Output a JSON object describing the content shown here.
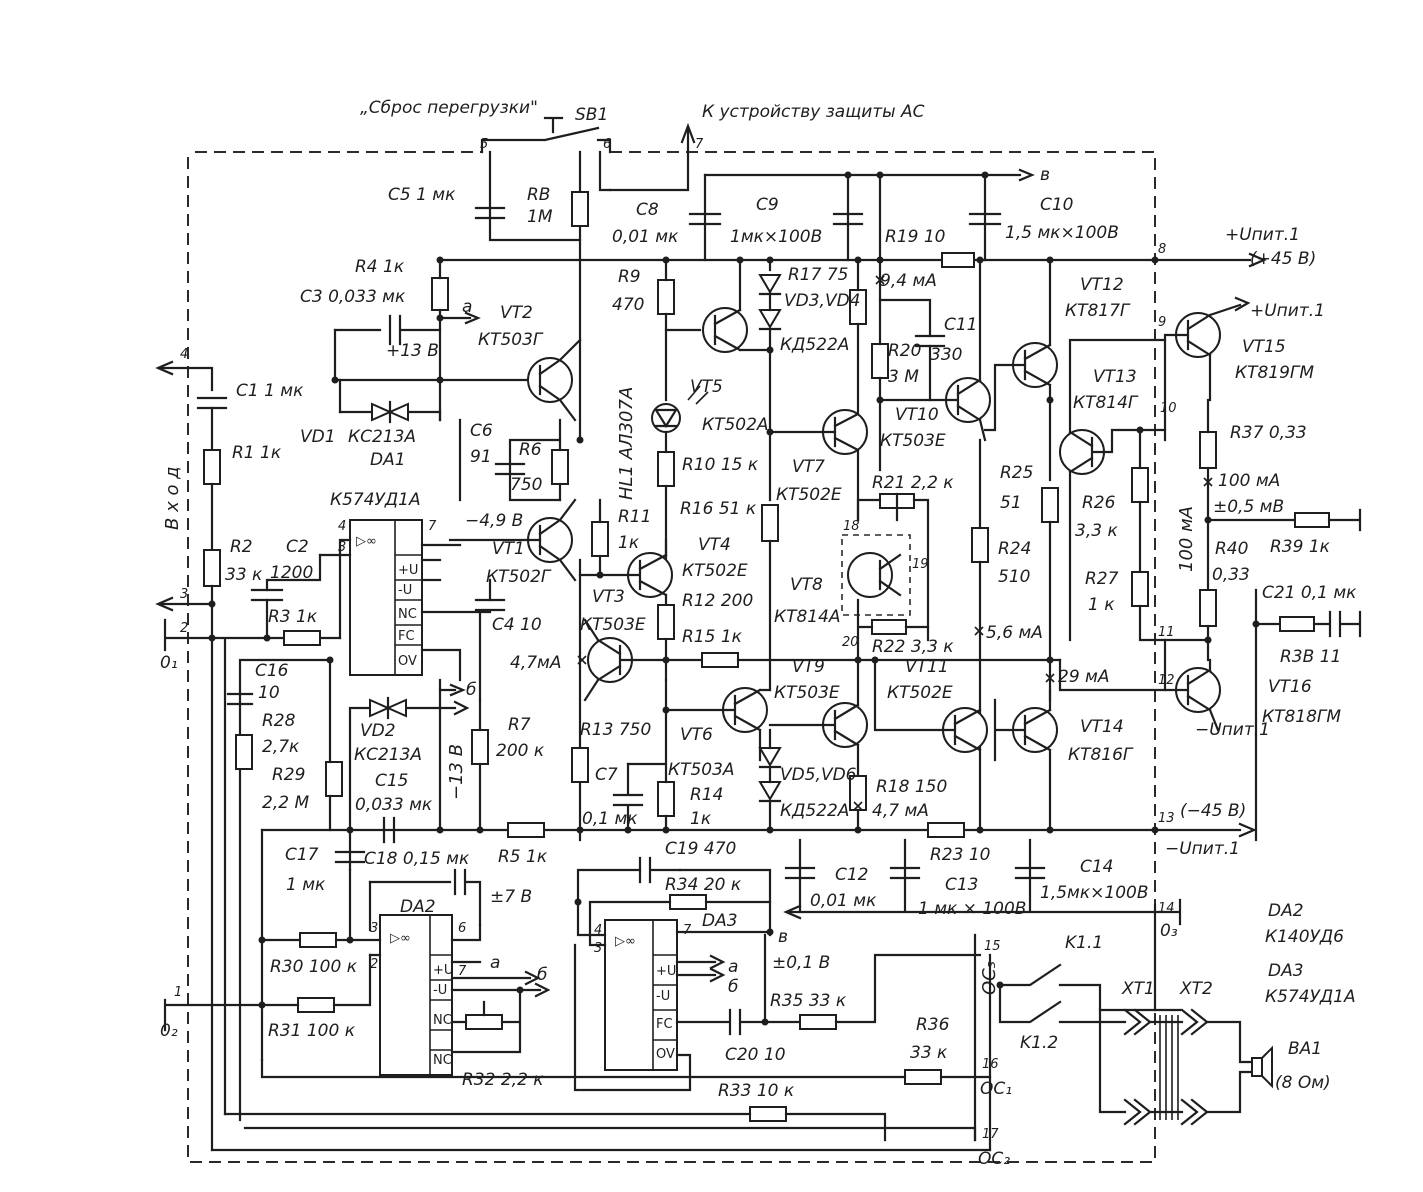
{
  "labels": {
    "reset": "„Сброс перегрузки\"",
    "sb1": "SB1",
    "protect": "К устройству защиты АС",
    "c5": "C5  1 мк",
    "rb": "RB",
    "rb_val": "1M",
    "c8": "C8",
    "c8_val": "0,01 мк",
    "c9": "C9",
    "c9_val": "1мк×100В",
    "c10": "C10",
    "c10_val": "1,5 мк×100В",
    "b_top": "в",
    "r4": "R4  1к",
    "c3": "C3  0,033 мк",
    "a_top": "а",
    "plus13": "+13 В",
    "vt2": "VT2",
    "vt2_t": "КТ503Г",
    "r9": "R9",
    "r9_val": "470",
    "r17": "R17  75",
    "vd34": "VD3,VD4",
    "vd34_t": "КД522А",
    "r19": "R19  10",
    "i94": "9,4 мА",
    "upit1": "+Uпит.1",
    "p45": "(+45 В)",
    "n8": "8",
    "vt12": "VT12",
    "vt12_t": "КТ817Г",
    "upit1b": "+Uпит.1",
    "n9": "9",
    "vt15": "VT15",
    "vt15_t": "КТ819ГМ",
    "n4": "4",
    "c1": "C1  1 мк",
    "vd1": "VD1",
    "vd1_t": "КС213А",
    "hl1": "HL1  АЛ307А",
    "vt5": "VT5",
    "vt5_t": "КТ502А",
    "r20": "R20",
    "r20_val": "3 М",
    "c11": "C11",
    "c11_val": "330",
    "vt10": "VT10",
    "vt10_t": "КТ503Е",
    "vt13": "VT13",
    "vt13_t": "КТ814Г",
    "n10": "10",
    "r37": "R37  0,33",
    "vhod": "В х о д",
    "r1": "R1  1к",
    "da1": "DA1",
    "da1_t": "К574УД1А",
    "c6": "C6",
    "c6_val": "91",
    "r6": "R6",
    "r6_val": "750",
    "r10": "R10  15 к",
    "vt7": "VT7",
    "vt7_t": "КТ502Е",
    "r21": "R21  2,2 к",
    "r25": "R25",
    "r25_val": "51",
    "r26": "R26",
    "r26_val": "3,3 к",
    "i100a": "100 мА",
    "v05": "±0,5 мВ",
    "r39": "R39  1к",
    "r40": "R40",
    "r40_val": "0,33",
    "i100b": "100 мА",
    "n4b": "4",
    "n3": "3",
    "n7": "7",
    "m49": "−4,9 В",
    "vt1": "VT1",
    "vt1_t": "КТ502Г",
    "r11": "R11",
    "r11_val": "1к",
    "r16": "R16  51 к",
    "vt4": "VT4",
    "vt4_t": "КТ502Е",
    "n18": "18",
    "n19": "19",
    "vt8": "VT8",
    "vt8_t": "КТ814А",
    "r24": "R24",
    "r24_val": "510",
    "r27": "R27",
    "r27_val": "1 к",
    "c21": "C21  0,1 мк",
    "r2": "R2",
    "r2_val": "33 к",
    "c2": "C2",
    "c2_val": "1200",
    "n3b": "3",
    "r3": "R3  1к",
    "n2": "2",
    "o1": "0₁",
    "c4": "C4  10",
    "vt3": "VT3",
    "vt3_t": "КТ503Е",
    "r12": "R12  200",
    "r15": "R15  1к",
    "i47a": "4,7мА",
    "n20": "20",
    "r22": "R22  3,3 к",
    "i56": "5,6 мА",
    "r38": "R3В  11",
    "n11": "11",
    "c16": "C16",
    "c16_val": "10",
    "b_mid": "б",
    "vd2": "VD2",
    "vd2_t": "КС213А",
    "vt9": "VT9",
    "vt9_t": "КТ503Е",
    "vt11": "VT11",
    "vt11_t": "КТ502Е",
    "i29": "29 мА",
    "n12": "12",
    "vt16": "VT16",
    "vt16_t": "КТ818ГМ",
    "upitm": "−Uпит.1",
    "r28": "R28",
    "r28_val": "2,7к",
    "r29": "R29",
    "r29_val": "2,2 М",
    "m13": "−13 В",
    "c15": "C15",
    "c15_val": "0,033 мк",
    "r7": "R7",
    "r7_val": "200 к",
    "r13": "R13  750",
    "vt6": "VT6",
    "vt6_t": "КТ503А",
    "c7": "C7",
    "c7_val": "0,1 мк",
    "r14": "R14",
    "r14_val": "1к",
    "vd56": "VD5,VD6",
    "vd56_t": "КД522А",
    "r18": "R18  150",
    "i47b": "4,7 мА",
    "vt14": "VT14",
    "vt14_t": "КТ816Г",
    "n13": "13",
    "m45": "(−45 В)",
    "upitm2": "−Uпит.1",
    "r5": "R5  1к",
    "r23": "R23  10",
    "c17": "C17",
    "c17_val": "1 мк",
    "c18": "C18  0,15 мк",
    "p7": "±7 В",
    "c19": "C19  470",
    "r34": "R34  20 к",
    "c12": "C12",
    "c12_val": "0,01 мк",
    "c13": "C13",
    "c13_val": "1 мк × 100В",
    "c14": "C14",
    "c14_val": "1,5мк×100В",
    "da2": "DA2",
    "da3": "DA3",
    "n14": "14",
    "o3": "0₃",
    "da2_r": "DA2",
    "da2_rt": "К140УД6",
    "da3_r": "DA3",
    "da3_rt": "К574УД1А",
    "r30": "R30  100 к",
    "n3c": "3",
    "n2c": "2",
    "n6": "6",
    "n7c": "7",
    "a_low": "а",
    "b_low": "б",
    "n4c": "4",
    "n3d": "3",
    "n7d": "7",
    "b_da3": "в",
    "v01": "±0,1 В",
    "a_da3": "а",
    "b_da3o": "б",
    "r35": "R35  33 к",
    "n15": "15",
    "oc3": "ОС₃",
    "k11": "K1.1",
    "k12": "K1.2",
    "xt1": "XT1",
    "xt2": "XT2",
    "n1": "1",
    "o2": "0₂",
    "r31": "R31  100 к",
    "r32": "R32  2,2 к",
    "c20": "C20  10",
    "r36": "R36",
    "r36_val": "33 к",
    "n16": "16",
    "oc1": "ОС₁",
    "ba1": "BA1",
    "ba1_val": "(8 Ом)",
    "r33": "R33  10 к",
    "n17": "17",
    "oc2": "ОС₂",
    "n5": "5",
    "n6b": "6",
    "n7b": "7",
    "op_pin_u": "+U",
    "op_pin_m": "-U",
    "op_pin_nc": "NC",
    "op_pin_fc": "FC",
    "op_pin_ov": "OV",
    "inf": "▷∞"
  }
}
